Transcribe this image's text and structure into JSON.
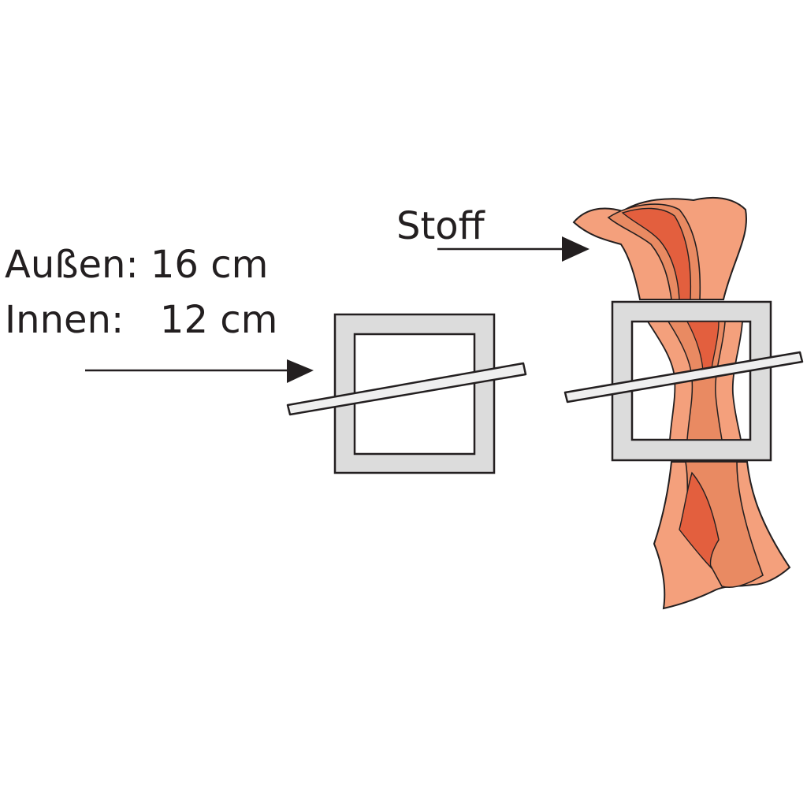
{
  "labels": {
    "outer": "Außen: 16 cm",
    "inner": "Innen:   12 cm",
    "fabric": "Stoff"
  },
  "colors": {
    "frame_fill": "#dcdcdc",
    "outline": "#231f20",
    "fabric_light": "#f4a07c",
    "fabric_mid": "#e98a62",
    "fabric_dark": "#e35f3e",
    "rod_fill": "#efefef",
    "background": "#ffffff"
  },
  "icons": [
    "arrow-right-icon",
    "square-buckle-icon",
    "rod-icon",
    "fabric-icon"
  ]
}
